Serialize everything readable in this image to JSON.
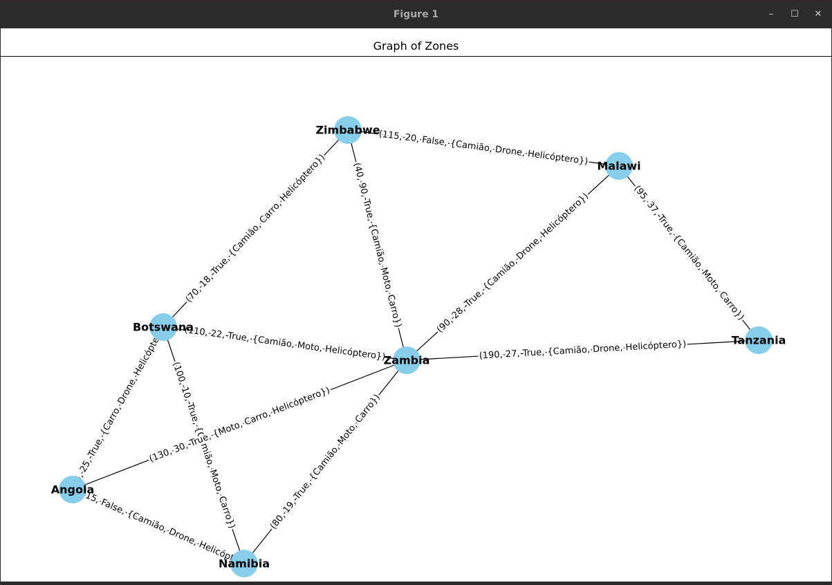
{
  "window": {
    "title": "Figure 1",
    "minimize_label": "–",
    "maximize_label": "☐",
    "close_label": "✕"
  },
  "figure": {
    "title": "Graph of Zones"
  },
  "colors": {
    "node_fill": "#87ceeb",
    "edge": "#000000",
    "titlebar": "#2c2c2c"
  },
  "graph": {
    "nodes": [
      {
        "id": "Zimbabwe",
        "label": "Zimbabwe"
      },
      {
        "id": "Malawi",
        "label": "Malawi"
      },
      {
        "id": "Botswana",
        "label": "Botswana"
      },
      {
        "id": "Zambia",
        "label": "Zambia"
      },
      {
        "id": "Tanzania",
        "label": "Tanzania"
      },
      {
        "id": "Angola",
        "label": "Angola"
      },
      {
        "id": "Namibia",
        "label": "Namibia"
      }
    ],
    "edges": [
      {
        "source": "Zimbabwe",
        "target": "Malawi",
        "label": "(115, 20, False, {Camião, Drone, Helicóptero})"
      },
      {
        "source": "Zimbabwe",
        "target": "Botswana",
        "label": "(70, 18, True, {Camião, Carro, Helicóptero})"
      },
      {
        "source": "Zimbabwe",
        "target": "Zambia",
        "label": "(40, 90, True, {Camião, Moto, Carro})"
      },
      {
        "source": "Malawi",
        "target": "Zambia",
        "label": "(90, 28, True, {Camião, Drone, Helicóptero})"
      },
      {
        "source": "Malawi",
        "target": "Tanzania",
        "label": "(95, 37, True, {Camião, Moto, Carro})"
      },
      {
        "source": "Botswana",
        "target": "Zambia",
        "label": "(110, 22, True, {Camião, Moto, Helicóptero})"
      },
      {
        "source": "Botswana",
        "target": "Angola",
        "label": "(125, 25, True, {Carro, Drone, Helicóptero})"
      },
      {
        "source": "Botswana",
        "target": "Namibia",
        "label": "(100, 10, True, {Camião, Moto, Carro})"
      },
      {
        "source": "Zambia",
        "target": "Tanzania",
        "label": "(190, 27, True, {Camião, Drone, Helicóptero})"
      },
      {
        "source": "Zambia",
        "target": "Angola",
        "label": "(130, 30, True, {Moto, Carro, Helicóptero})"
      },
      {
        "source": "Zambia",
        "target": "Namibia",
        "label": "(80, 19, True, {Camião, Moto, Carro})"
      },
      {
        "source": "Angola",
        "target": "Namibia",
        "label": "(150, 15, False, {Camião, Drone, Helicóptero})"
      }
    ]
  }
}
